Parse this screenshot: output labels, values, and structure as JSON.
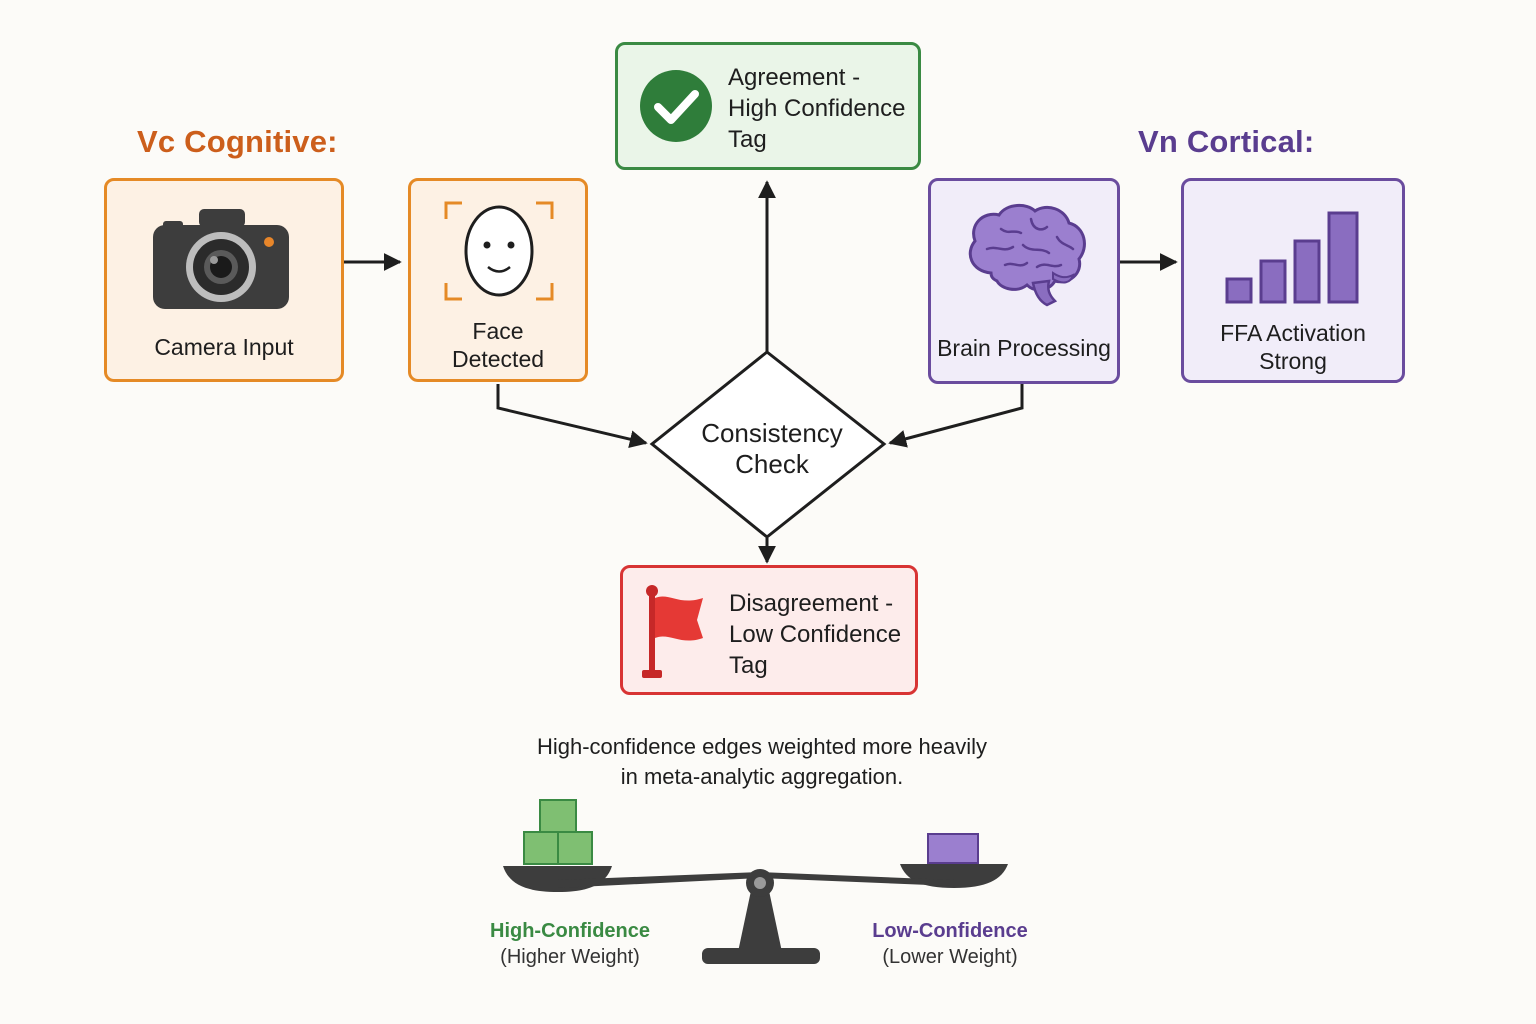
{
  "headings": {
    "cognitive": "Vc Cognitive:",
    "cortical": "Vn Cortical:"
  },
  "nodes": {
    "camera_input": "Camera Input",
    "face_detected": "Face\nDetected",
    "brain_processing": "Brain Processing",
    "ffa_activation": "FFA Activation\nStrong",
    "consistency_check": "Consistency\nCheck",
    "agreement_tag": "Agreement -\nHigh Confidence\nTag",
    "disagreement_tag": "Disagreement -\nLow Confidence\nTag"
  },
  "note": "High-confidence edges weighted more heavily\nin meta-analytic aggregation.",
  "scale": {
    "left_label": "High-Confidence",
    "left_sub": "(Higher Weight)",
    "right_label": "Low-Confidence",
    "right_sub": "(Lower Weight)"
  },
  "icons": {
    "camera": "camera-icon",
    "face": "face-scan-icon",
    "brain": "brain-icon",
    "bars": "bar-chart-icon",
    "check": "check-circle-icon",
    "flag": "red-flag-icon",
    "scale": "balance-scale-icon"
  },
  "colors": {
    "cognitive": "#cc5e1b",
    "cortical": "#5a3d8f",
    "high_confidence": "#3a8a43",
    "low_confidence": "#5a3d8f",
    "disagreement": "#d83434"
  }
}
